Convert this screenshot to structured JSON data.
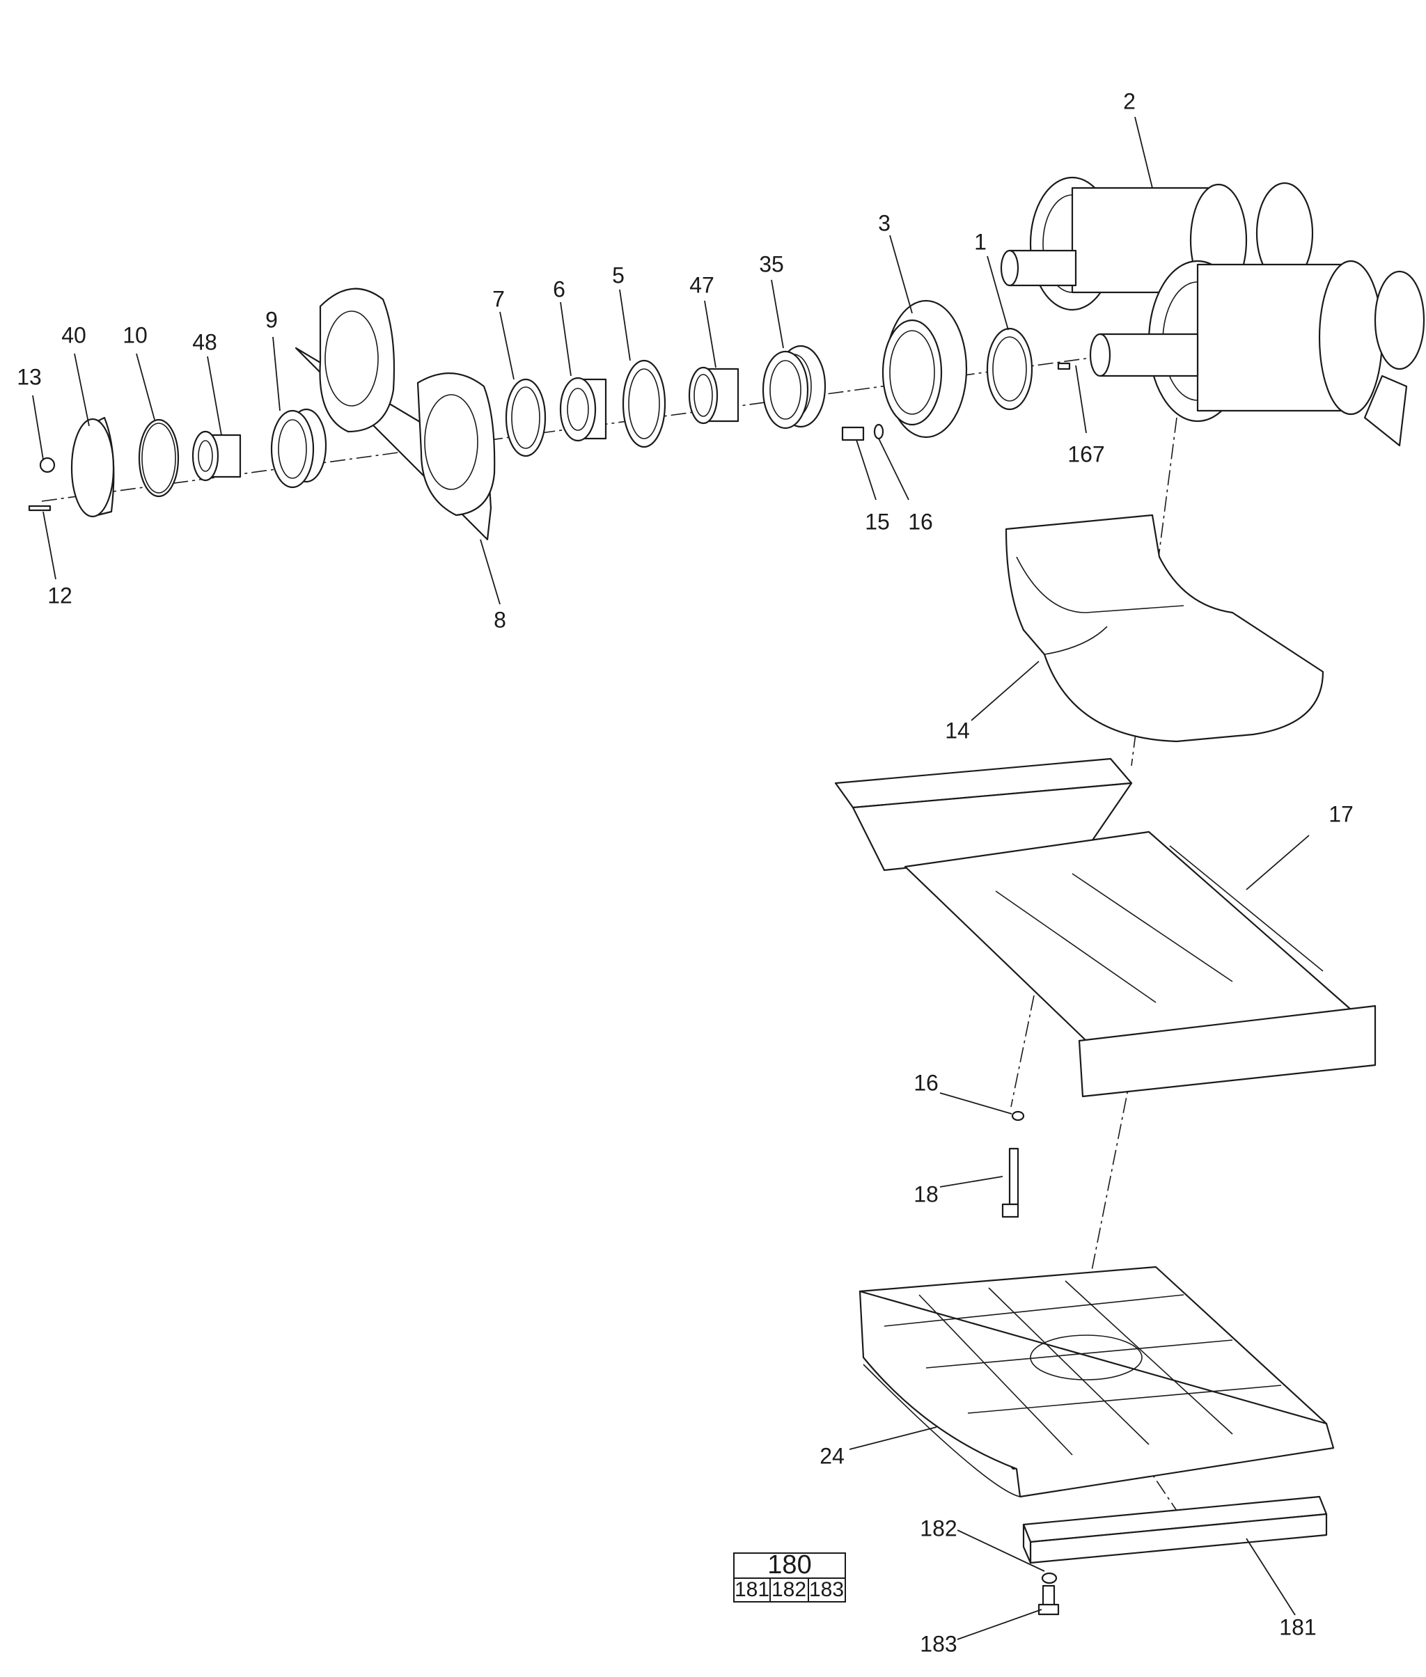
{
  "callouts": {
    "n1": "1",
    "n2": "2",
    "n3": "3",
    "n5": "5",
    "n6": "6",
    "n7": "7",
    "n8": "8",
    "n9": "9",
    "n10": "10",
    "n12": "12",
    "n13": "13",
    "n14": "14",
    "n15": "15",
    "n16a": "16",
    "n16b": "16",
    "n17": "17",
    "n18": "18",
    "n24": "24",
    "n35": "35",
    "n40": "40",
    "n47": "47",
    "n48": "48",
    "n167": "167",
    "n181": "181",
    "n182": "182",
    "n183": "183"
  },
  "kit_table": {
    "header": "180",
    "cells": [
      "181",
      "182",
      "183"
    ]
  }
}
